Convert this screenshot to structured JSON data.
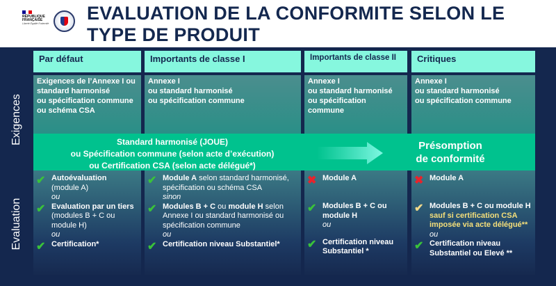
{
  "header": {
    "title_line1": "EVALUATION DE LA CONFORMITE SELON LE",
    "title_line2": "TYPE DE PRODUIT",
    "logo_text": "RÉPUBLIQUE FRANÇAISE",
    "logo_motto": "Liberté Égalité Fraternité"
  },
  "side_labels": {
    "requirements": "Exigences",
    "evaluation": "Evaluation"
  },
  "columns": [
    {
      "title": "Par défaut",
      "requirements": [
        "Exigences de l’Annexe I ou",
        "standard harmonisé",
        "ou spécification commune",
        "ou schéma CSA"
      ]
    },
    {
      "title": "Importants de classe I",
      "requirements": [
        "Annexe I",
        "ou standard harmonisé",
        "ou spécification commune"
      ]
    },
    {
      "title": "Importants de classe II",
      "requirements": [
        "Annexe I",
        "ou standard harmonisé",
        "ou spécification commune"
      ]
    },
    {
      "title": "Critiques",
      "requirements": [
        "Annexe I",
        "ou standard harmonisé",
        "ou spécification commune"
      ]
    }
  ],
  "band": {
    "left": [
      "Standard harmonisé (JOUE)",
      "ou Spécification commune (selon acte d’exécution)",
      "ou Certification CSA (selon acte délégué*)"
    ],
    "right": [
      "Présomption",
      "de conformité"
    ]
  },
  "evaluation": {
    "c1": {
      "i1b": "Autoévaluation",
      "i1": "(module A)",
      "ou": "ou",
      "i2b": "Evaluation par un tiers",
      "i2": " (modules B + C ou module H)",
      "i3b": "Certification*"
    },
    "c2": {
      "i1b": "Module A",
      "i1": " selon standard harmonisé, spécification ou schéma CSA",
      "sinon": "sinon",
      "i2b": "Modules B + C",
      "i2m": " ou ",
      "i2b2": "module H",
      "i2": " selon Annexe I ou standard harmonisé ou spécification commune",
      "ou": "ou",
      "i3b": "Certification niveau Substantiel*"
    },
    "c3": {
      "i1b": "Module A",
      "i2b": "Modules B + C ou module H",
      "ou": "ou",
      "i3b": "Certification niveau Substantiel *"
    },
    "c4": {
      "i1b": "Module A",
      "i2b": "Modules B + C ou module H",
      "i2y": " sauf si certification CSA imposée via acte délégué**",
      "ou": "ou",
      "i3b": "Certification niveau Substantiel ou Elevé **"
    }
  },
  "colors": {
    "navy": "#14274e",
    "mint": "#86f7de",
    "green": "#00c28e",
    "check": "#3ac23a",
    "cross": "#e8232c",
    "warning": "#f1d98a"
  }
}
